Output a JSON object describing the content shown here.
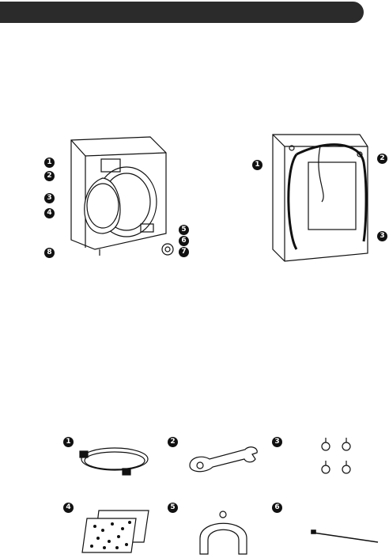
{
  "front_callouts": [
    "1",
    "2",
    "3",
    "4",
    "5",
    "6",
    "7",
    "8"
  ],
  "rear_callouts": [
    "1",
    "2",
    "3"
  ],
  "accessory_callouts": [
    "1",
    "2",
    "3",
    "4",
    "5",
    "6"
  ],
  "colors": {
    "header": "#2b2b2b",
    "ink": "#111111"
  }
}
